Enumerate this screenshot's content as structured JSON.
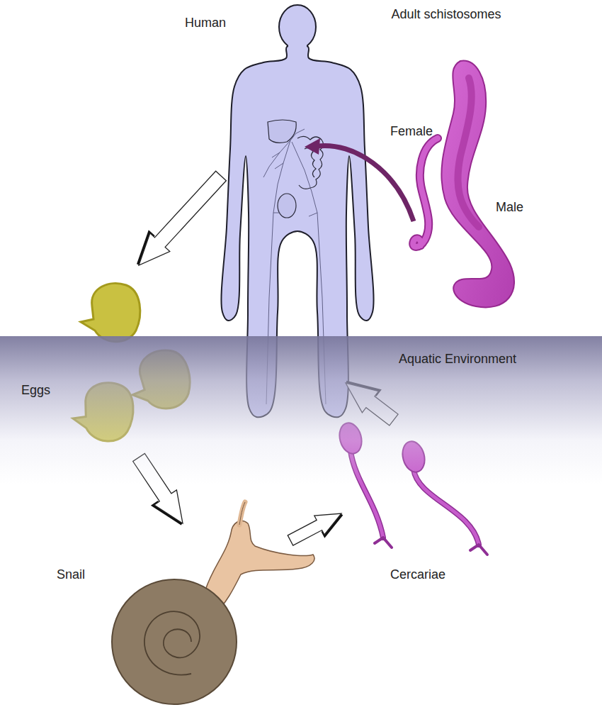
{
  "diagram": {
    "nodes": [
      {
        "text": [
          "Aquatic Environment"
        ]
      }
    ],
    "labels": [
      "Human",
      "Adult schistosomes",
      "Female",
      "Male",
      "Eggs",
      "Cercariae",
      "Snail"
    ]
  }
}
